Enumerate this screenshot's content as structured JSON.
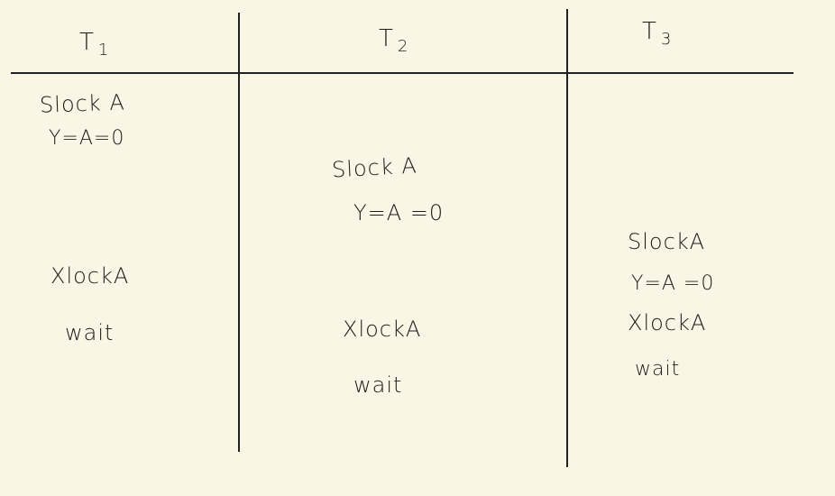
{
  "headers": [
    {
      "letter": "T",
      "index": "1"
    },
    {
      "letter": "T",
      "index": "2"
    },
    {
      "letter": "T",
      "index": "3"
    }
  ],
  "columns": {
    "t1": {
      "slock": "Slock A",
      "read": "Y=A=0",
      "xlock": "XlockA",
      "wait": "wait"
    },
    "t2": {
      "slock": "Slock A",
      "read": "Y=A =0",
      "xlock": "XlockA",
      "wait": "wait"
    },
    "t3": {
      "slock": "SlockA",
      "read": "Y=A =0",
      "xlock": "XlockA",
      "wait": "wait"
    }
  },
  "colors": {
    "background": "#faf6e6",
    "ink": "#1c1c1c"
  }
}
